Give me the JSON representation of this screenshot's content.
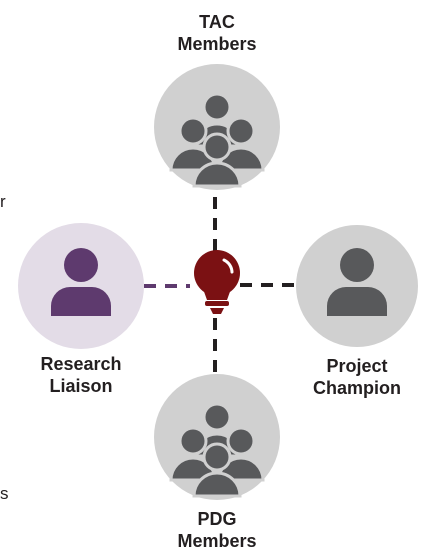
{
  "nodes": {
    "tac": {
      "line1": "TAC",
      "line2": "Members"
    },
    "research": {
      "line1": "Research",
      "line2": "Liaison"
    },
    "project": {
      "line1": "Project",
      "line2": "Champion"
    },
    "pdg": {
      "line1": "PDG",
      "line2": "Members"
    }
  },
  "edge_fragments": {
    "left_mid": "r",
    "left_bottom": "s"
  },
  "colors": {
    "group_circle": "#d0d0d0",
    "person_icon": "#58595b",
    "research_circle": "#e3dce7",
    "research_icon": "#5e3a6e",
    "bulb": "#7b1113",
    "connector_dark": "#231f20",
    "connector_research": "#5e3a6e"
  }
}
